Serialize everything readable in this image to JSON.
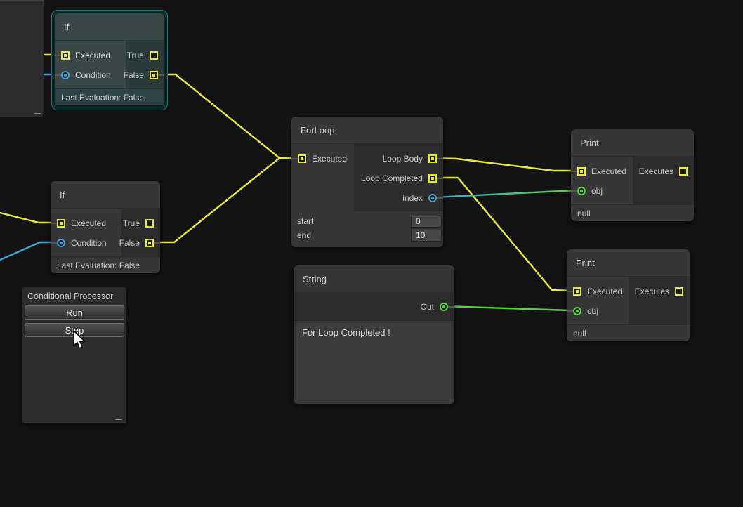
{
  "colors": {
    "exec_wire": "#e9ea3d",
    "condition_wire": "#42a5dc",
    "object_wire": "#55d83a",
    "selection_border": "#2d7b7b"
  },
  "nodes": {
    "if1": {
      "title": "If",
      "in_executed": "Executed",
      "in_condition": "Condition",
      "out_true": "True",
      "out_false": "False",
      "footer": "Last Evaluation: False"
    },
    "if2": {
      "title": "If",
      "in_executed": "Executed",
      "in_condition": "Condition",
      "out_true": "True",
      "out_false": "False",
      "footer": "Last Evaluation: False"
    },
    "forloop": {
      "title": "ForLoop",
      "in_executed": "Executed",
      "out_loop_body": "Loop Body",
      "out_loop_completed": "Loop Completed",
      "out_index": "index",
      "field_start_label": "start",
      "field_start_value": "0",
      "field_end_label": "end",
      "field_end_value": "10"
    },
    "string": {
      "title": "String",
      "out_label": "Out",
      "text": "For Loop Completed !"
    },
    "print1": {
      "title": "Print",
      "in_executed": "Executed",
      "in_obj": "obj",
      "out_executes": "Executes",
      "footer": "null"
    },
    "print2": {
      "title": "Print",
      "in_executed": "Executed",
      "in_obj": "obj",
      "out_executes": "Executes",
      "footer": "null"
    }
  },
  "processor": {
    "title": "Conditional Processor",
    "run_label": "Run",
    "step_label": "Step"
  },
  "icons": {
    "cursor": "arrow-pointer",
    "resize": "grip-dash"
  }
}
